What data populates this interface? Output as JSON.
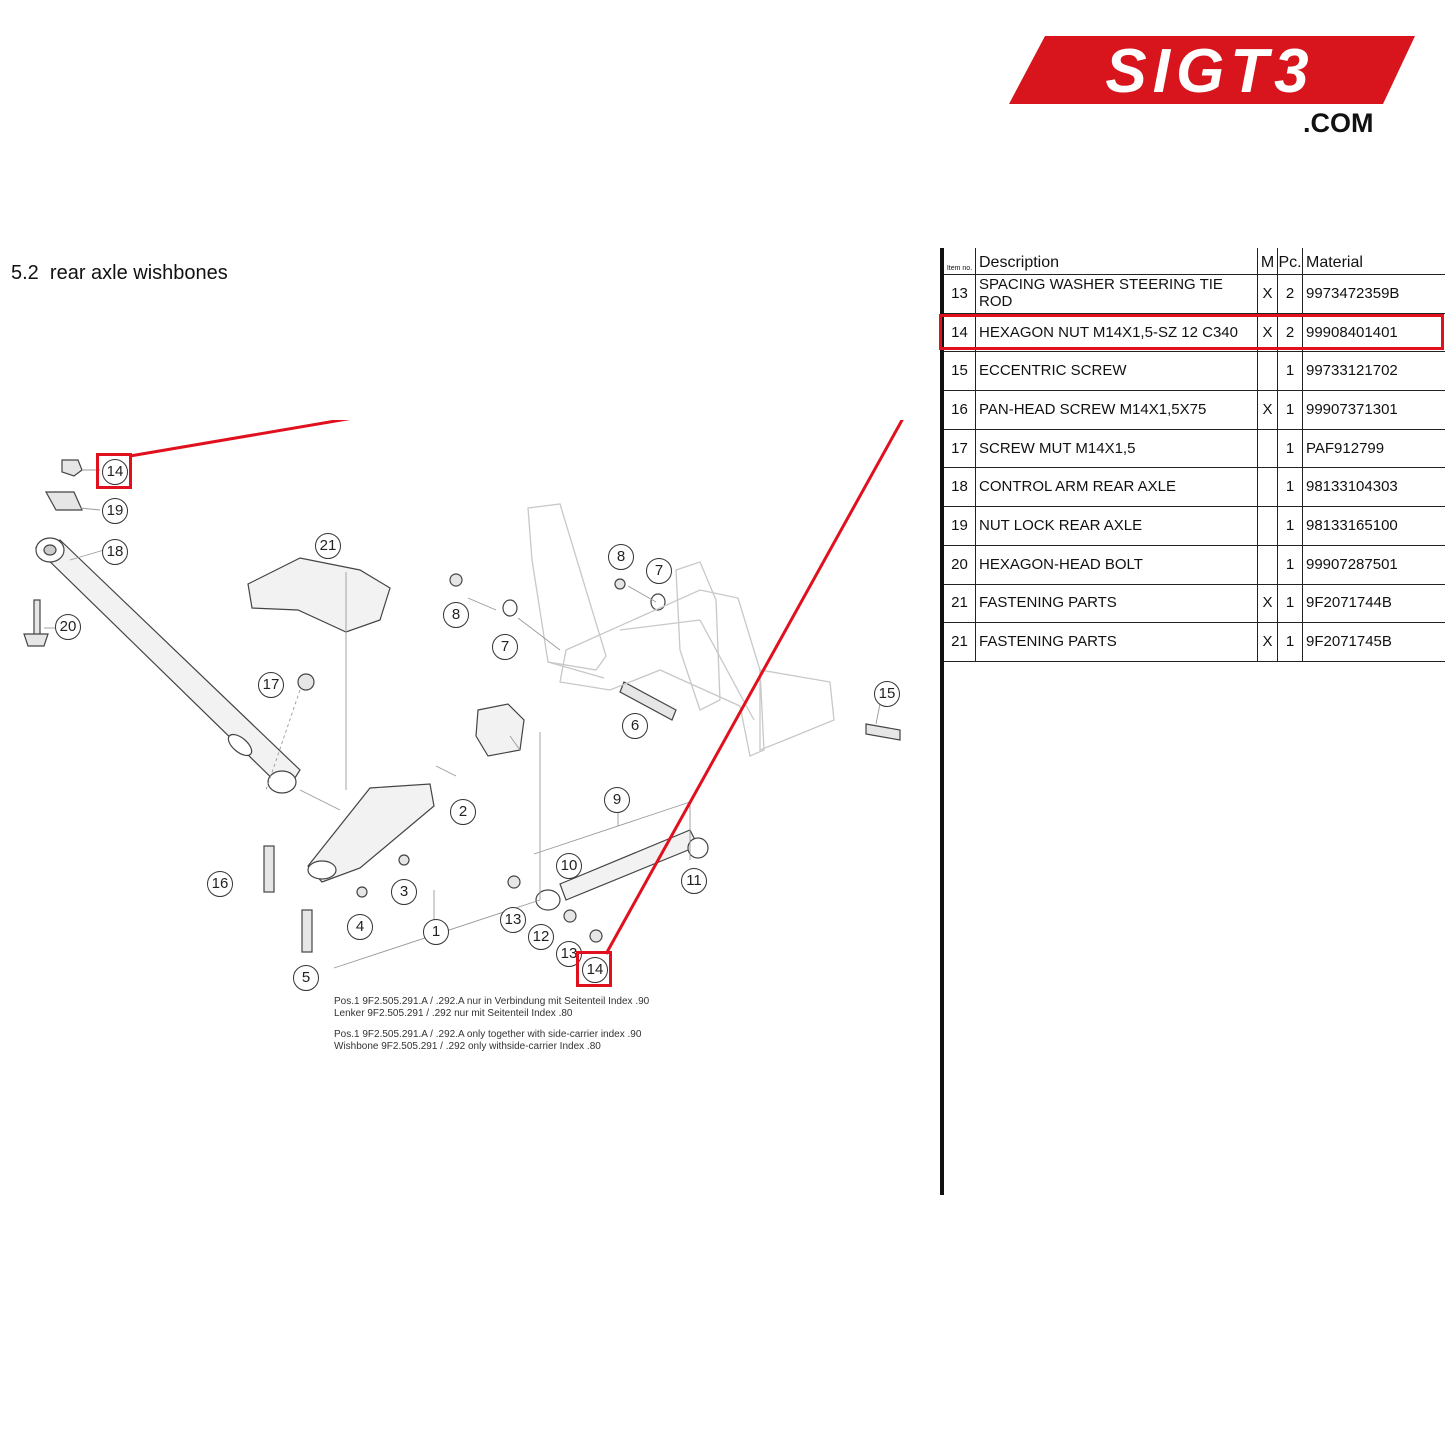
{
  "logo": {
    "brand": "SIGT3",
    "suffix": ".COM",
    "color": "#d8141c"
  },
  "section_title": "5.2  rear axle wishbones",
  "diagram": {
    "callouts": [
      "14",
      "19",
      "18",
      "20",
      "21",
      "8",
      "7",
      "8",
      "7",
      "17",
      "6",
      "15",
      "2",
      "16",
      "3",
      "4",
      "1",
      "5",
      "9",
      "10",
      "11",
      "13",
      "12",
      "13",
      "14"
    ],
    "notes": [
      "Pos.1 9F2.505.291.A / .292.A nur in Verbindung mit Seitenteil Index .90",
      "Lenker 9F2.505.291 / .292 nur mit Seitenteil Index .80",
      "Pos.1 9F2.505.291.A / .292.A only together with side-carrier index .90",
      "Wishbone 9F2.505.291 / .292 only withside-carrier Index .80"
    ],
    "highlight_color": "#e0101e"
  },
  "table": {
    "headers": {
      "item": "Item no.",
      "description": "Description",
      "m": "M",
      "pc": "Pc.",
      "material": "Material"
    },
    "highlighted_item": "14",
    "rows": [
      {
        "item": "13",
        "description": "SPACING WASHER STEERING TIE ROD",
        "m": "X",
        "pc": "2",
        "material": "9973472359B"
      },
      {
        "item": "14",
        "description": "HEXAGON NUT M14X1,5-SZ 12 C340",
        "m": "X",
        "pc": "2",
        "material": "99908401401"
      },
      {
        "item": "15",
        "description": "ECCENTRIC SCREW",
        "m": "",
        "pc": "1",
        "material": "99733121702"
      },
      {
        "item": "16",
        "description": "PAN-HEAD SCREW M14X1,5X75",
        "m": "X",
        "pc": "1",
        "material": "99907371301"
      },
      {
        "item": "17",
        "description": "SCREW MUT M14X1,5",
        "m": "",
        "pc": "1",
        "material": "PAF912799"
      },
      {
        "item": "18",
        "description": "CONTROL ARM REAR AXLE",
        "m": "",
        "pc": "1",
        "material": "98133104303"
      },
      {
        "item": "19",
        "description": "NUT LOCK REAR AXLE",
        "m": "",
        "pc": "1",
        "material": "98133165100"
      },
      {
        "item": "20",
        "description": "HEXAGON-HEAD BOLT",
        "m": "",
        "pc": "1",
        "material": "99907287501"
      },
      {
        "item": "21",
        "description": "FASTENING PARTS",
        "m": "X",
        "pc": "1",
        "material": "9F2071744B"
      },
      {
        "item": "21",
        "description": "FASTENING PARTS",
        "m": "X",
        "pc": "1",
        "material": "9F2071745B"
      }
    ]
  }
}
